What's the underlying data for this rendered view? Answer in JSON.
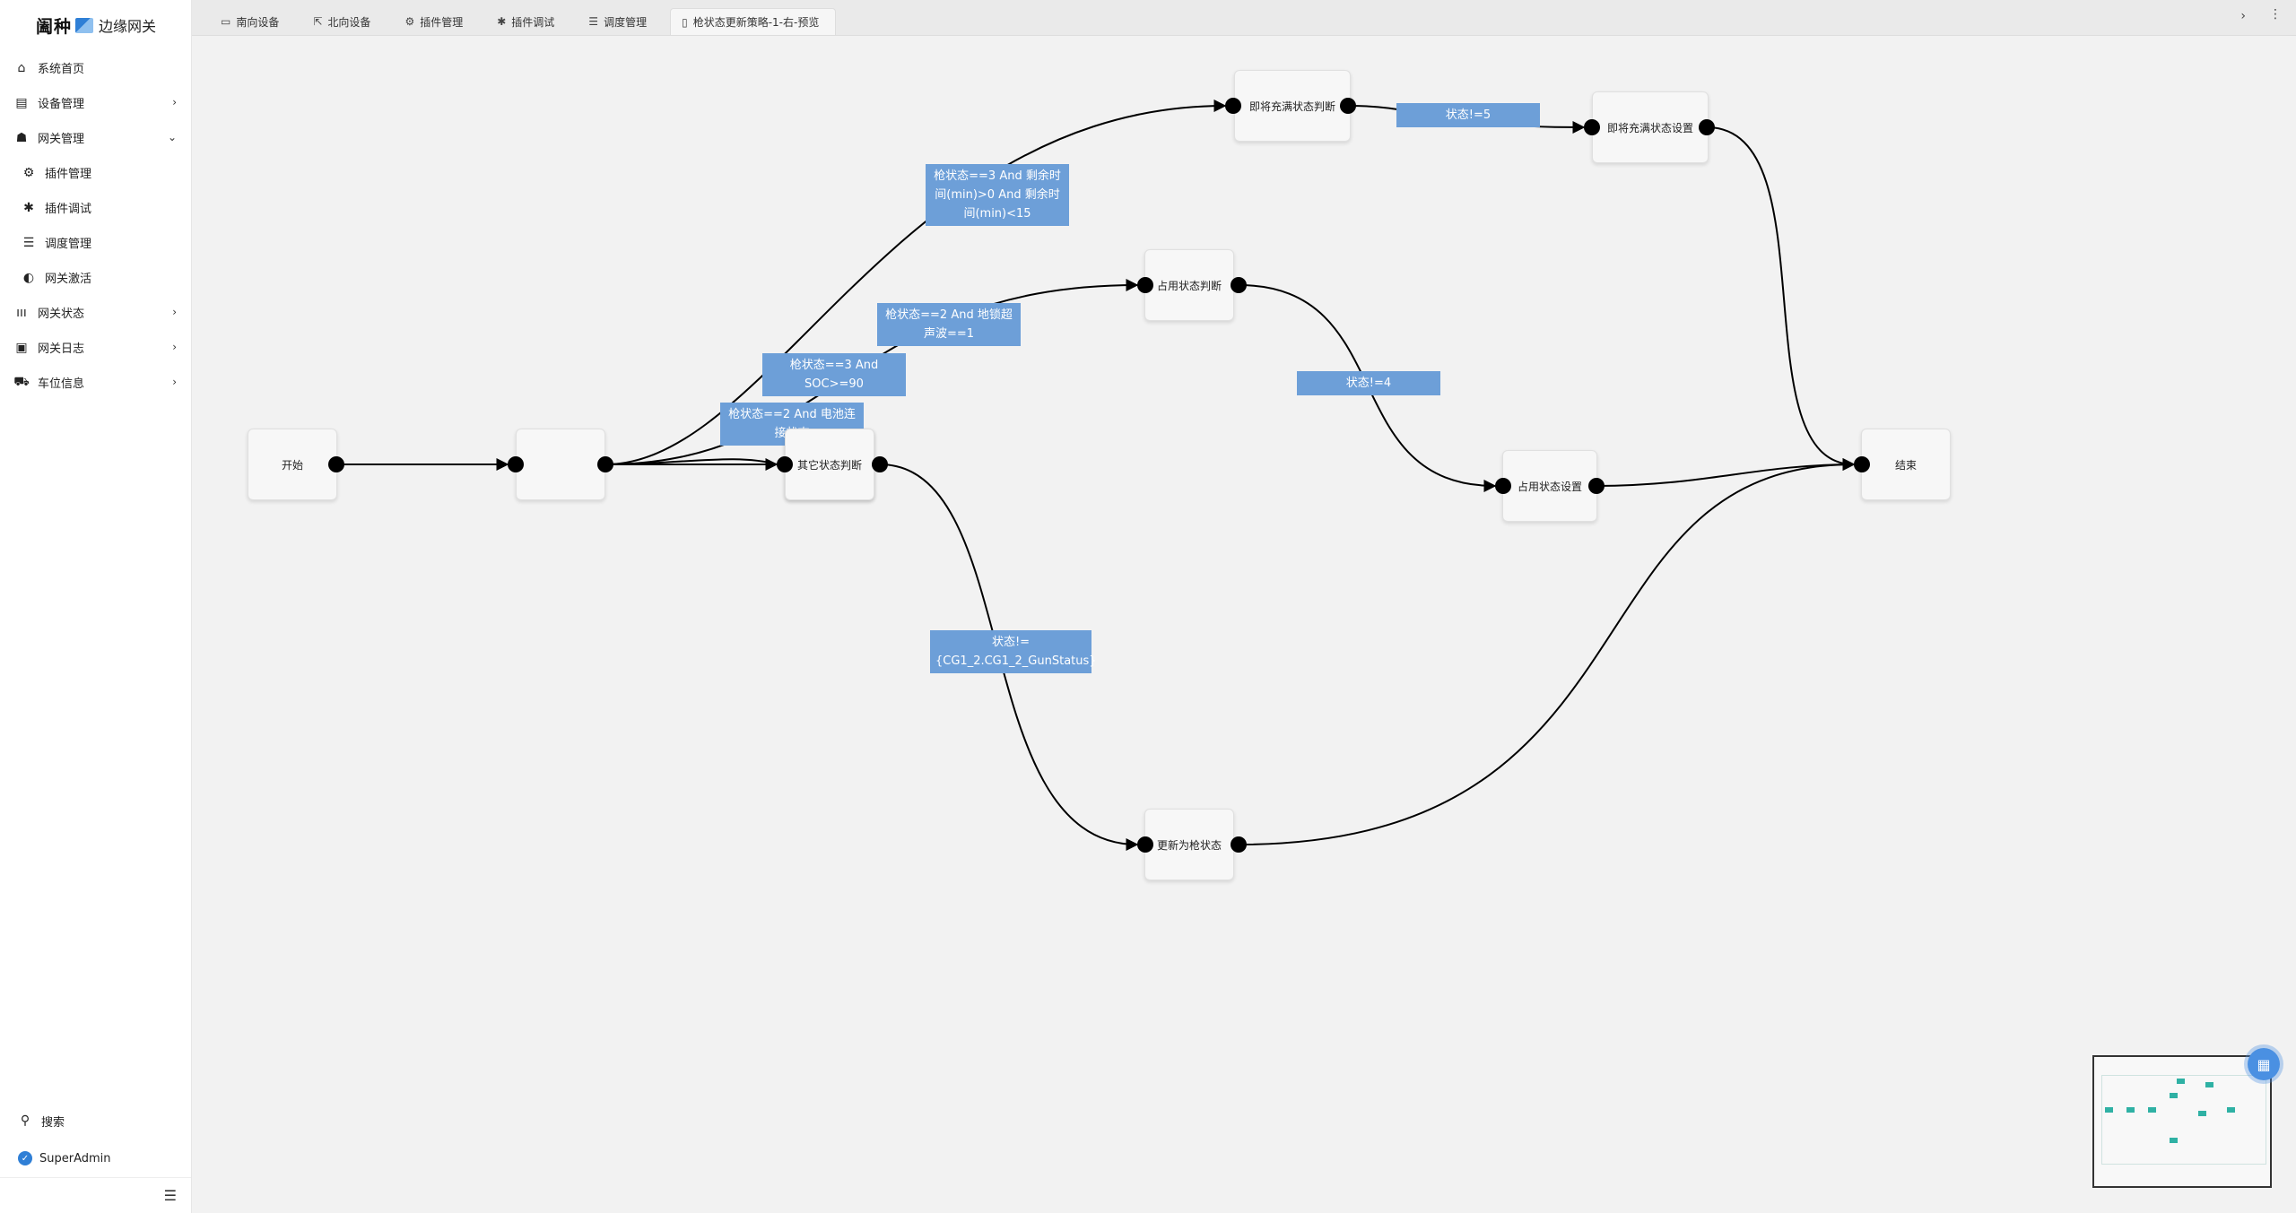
{
  "brand": {
    "logo": "阖种",
    "name": "边缘网关"
  },
  "sidebar": {
    "items": [
      {
        "label": "系统首页",
        "icon": "home-icon",
        "glyph": "⌂",
        "chevron": ""
      },
      {
        "label": "设备管理",
        "icon": "server-icon",
        "glyph": "▤",
        "chevron": "›"
      },
      {
        "label": "网关管理",
        "icon": "router-icon",
        "glyph": "☗",
        "chevron": "⌄"
      },
      {
        "label": "插件管理",
        "icon": "cogs-icon",
        "glyph": "⚙",
        "chevron": "",
        "sub": true
      },
      {
        "label": "插件调试",
        "icon": "bug-icon",
        "glyph": "✱",
        "chevron": "",
        "sub": true
      },
      {
        "label": "调度管理",
        "icon": "sliders-icon",
        "glyph": "☰",
        "chevron": "",
        "sub": true
      },
      {
        "label": "网关激活",
        "icon": "palette-icon",
        "glyph": "◐",
        "chevron": "",
        "sub": true
      },
      {
        "label": "网关状态",
        "icon": "signal-icon",
        "glyph": "ııı",
        "chevron": "›"
      },
      {
        "label": "网关日志",
        "icon": "book-icon",
        "glyph": "▣",
        "chevron": "›"
      },
      {
        "label": "车位信息",
        "icon": "car-icon",
        "glyph": "⛟",
        "chevron": "›"
      }
    ],
    "search_label": "搜索",
    "user": "SuperAdmin"
  },
  "tabs": [
    {
      "label": "南向设备",
      "icon": "monitor-icon",
      "glyph": "▭"
    },
    {
      "label": "北向设备",
      "icon": "share-icon",
      "glyph": "⇱"
    },
    {
      "label": "插件管理",
      "icon": "cogs-icon",
      "glyph": "⚙"
    },
    {
      "label": "插件调试",
      "icon": "bug-icon",
      "glyph": "✱"
    },
    {
      "label": "调度管理",
      "icon": "sliders-icon",
      "glyph": "☰"
    },
    {
      "label": "枪状态更新策略-1-右-预览",
      "icon": "file-icon",
      "glyph": "▯",
      "active": true
    }
  ],
  "nodes": {
    "start": "开始",
    "blank": "",
    "other_judge": "其它状态判断",
    "occupy_judge": "占用状态判断",
    "full_judge": "即将充满状态判断",
    "full_set": "即将充满状态设置",
    "occupy_set": "占用状态设置",
    "update_gun": "更新为枪状态",
    "end": "结束"
  },
  "edge_labels": {
    "l1": "枪状态==3 And 剩余时间(min)>0 And 剩余时间(min)<15",
    "l2": "枪状态==2 And 地锁超声波==1",
    "l3": "枪状态==3 And SOC>=90",
    "l4": "枪状态==2 And 电池连接状态",
    "l5": "状态!=5",
    "l6": "状态!=4",
    "l7": "状态!={CG1_2.CG1_2_GunStatus}"
  },
  "colors": {
    "accent": "#2f7fd6",
    "edge_label_bg": "#6d9fd8",
    "minimap_node": "#2fb1a4"
  }
}
